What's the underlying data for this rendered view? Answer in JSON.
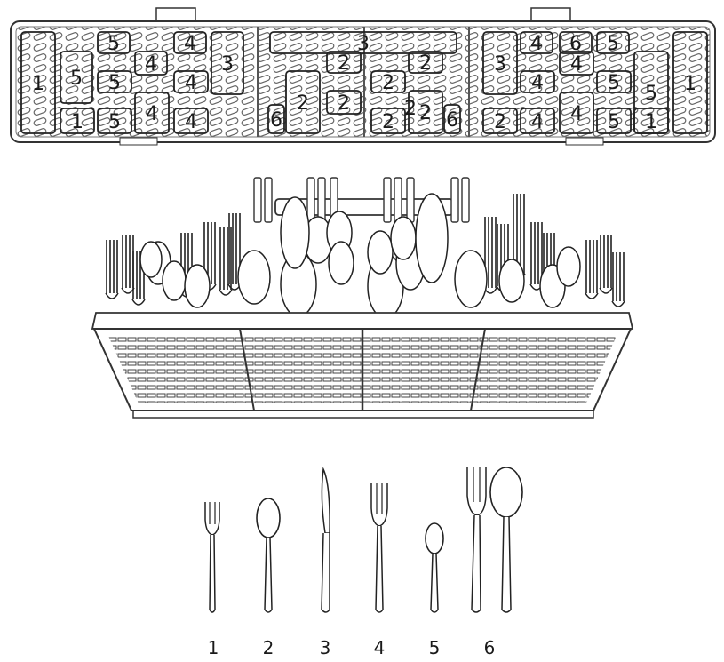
{
  "tray": {
    "slots": [
      {
        "label": "1"
      },
      {
        "label": "5"
      },
      {
        "label": "1"
      },
      {
        "label": "5"
      },
      {
        "label": "5"
      },
      {
        "label": "5"
      },
      {
        "label": "4"
      },
      {
        "label": "4"
      },
      {
        "label": "4"
      },
      {
        "label": "4"
      },
      {
        "label": "4"
      },
      {
        "label": "3"
      },
      {
        "label": "2"
      },
      {
        "label": "6"
      },
      {
        "label": "2"
      },
      {
        "label": "2"
      },
      {
        "label": "2"
      },
      {
        "label": "3"
      },
      {
        "label": "2"
      },
      {
        "label": "2"
      },
      {
        "label": "2"
      },
      {
        "label": "2"
      },
      {
        "label": "6"
      },
      {
        "label": "3"
      },
      {
        "label": "2"
      },
      {
        "label": "4"
      },
      {
        "label": "4"
      },
      {
        "label": "4"
      },
      {
        "label": "6"
      },
      {
        "label": "4"
      },
      {
        "label": "4"
      },
      {
        "label": "5"
      },
      {
        "label": "5"
      },
      {
        "label": "5"
      },
      {
        "label": "5"
      },
      {
        "label": "1"
      },
      {
        "label": "1"
      }
    ]
  },
  "legend": {
    "items": [
      {
        "label": "1",
        "icon": "salad-fork-icon"
      },
      {
        "label": "2",
        "icon": "soup-spoon-icon"
      },
      {
        "label": "3",
        "icon": "knife-icon"
      },
      {
        "label": "4",
        "icon": "dinner-fork-icon"
      },
      {
        "label": "5",
        "icon": "teaspoon-icon"
      },
      {
        "label": "6",
        "icon": "serving-set-icon"
      }
    ]
  },
  "colors": {
    "stroke": "#2b2b2b",
    "fill": "#ffffff",
    "hatch": "#555555"
  }
}
